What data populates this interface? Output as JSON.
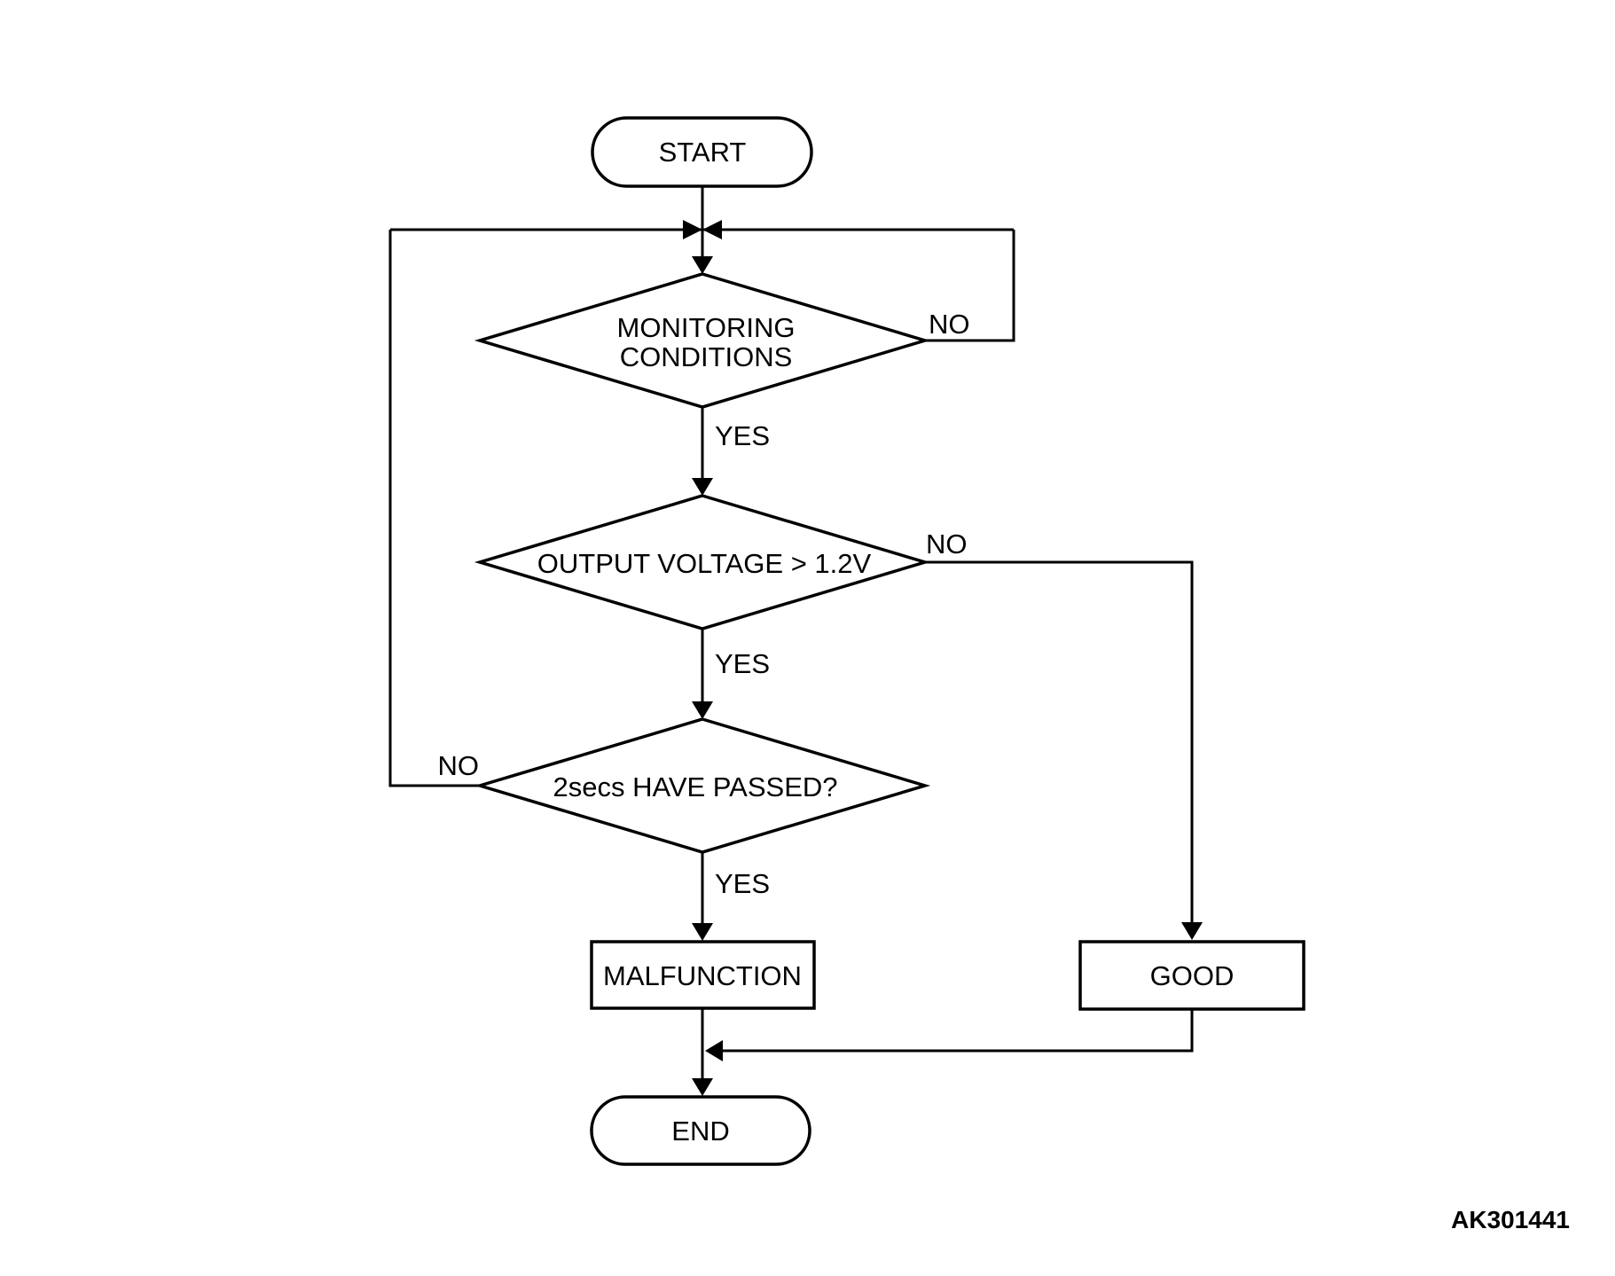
{
  "diagram": {
    "nodes": {
      "start": {
        "label": "START"
      },
      "monitoring": {
        "line1": "MONITORING",
        "line2": "CONDITIONS"
      },
      "output_voltage": {
        "label": "OUTPUT VOLTAGE > 1.2V"
      },
      "two_secs": {
        "label": "2secs HAVE PASSED?"
      },
      "malfunction": {
        "label": "MALFUNCTION"
      },
      "good": {
        "label": "GOOD"
      },
      "end": {
        "label": "END"
      }
    },
    "edge_labels": {
      "monitoring_yes": "YES",
      "monitoring_no": "NO",
      "output_yes": "YES",
      "output_no": "NO",
      "two_secs_yes": "YES",
      "two_secs_no": "NO"
    },
    "figure_code": "AK301441",
    "colors": {
      "stroke": "#000000",
      "text": "#000000",
      "background": "#ffffff"
    }
  }
}
